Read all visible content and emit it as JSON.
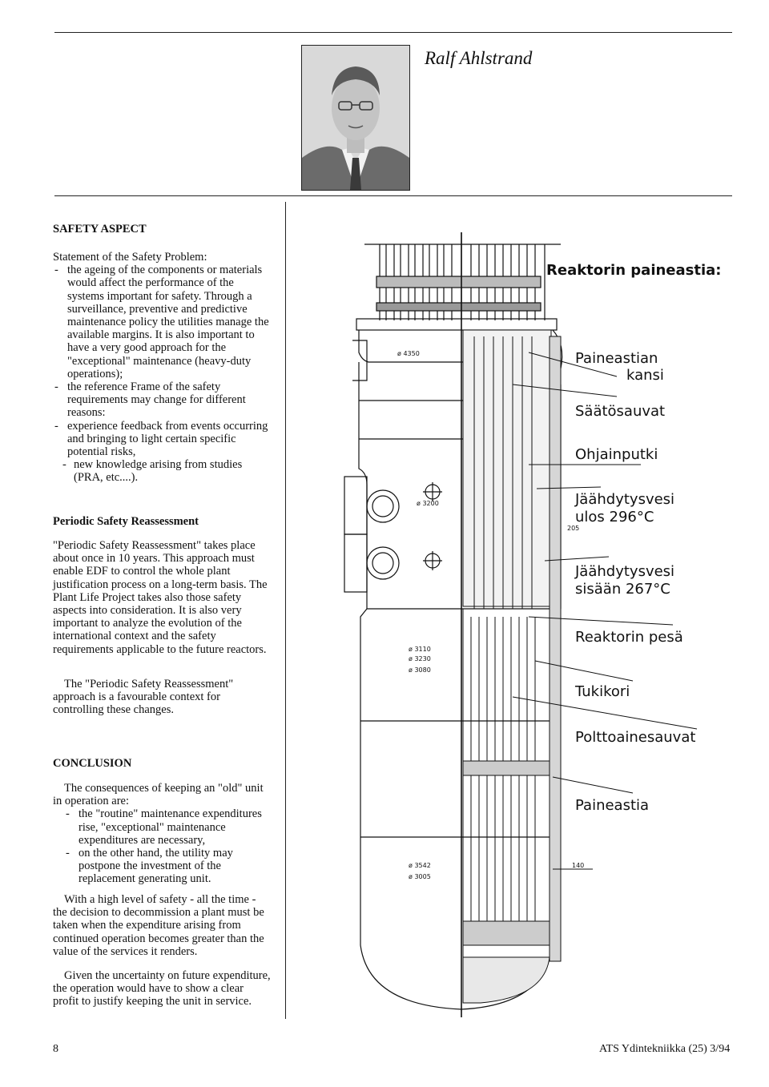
{
  "author": "Ralf Ahlstrand",
  "sections": {
    "safety": {
      "title": "SAFETY ASPECT",
      "lines": [
        "Statement of the Safety Problem:",
        "the ageing of the components or materials would affect the performance of the systems important for safety. Through a surveillance, preventive and predictive maintenance policy the utilities manage the available margins. It is also important to have a very good approach for the \"exceptional\" maintenance (heavy-duty operations);",
        "the reference Frame of the safety requirements may change for different reasons:",
        "experience feedback from events occurring and bringing to light certain specific potential risks,",
        "new knowledge arising from studies (PRA, etc....)."
      ]
    },
    "periodic": {
      "title": "Periodic Safety Reassessment",
      "p1": "\"Periodic Safety Reassessment\" takes place about once in 10 years. This approach must enable EDF to control the whole plant justification process on a long-term basis. The Plant Life Project takes also those safety aspects into consideration. It is also very important to analyze the evolution of the international context and the safety requirements applicable to the future reactors.",
      "p2": "The \"Periodic Safety Reassessment\" approach is a favourable context for controlling these changes."
    },
    "conclusion": {
      "title": "CONCLUSION",
      "intro": "The consequences of keeping an \"old\" unit in operation are:",
      "item1": "the \"routine\" maintenance expenditures rise, \"exceptional\" maintenance expenditures are necessary,",
      "item2": "on the other hand, the utility may postpone the investment of the replacement generating unit.",
      "p2": "With a high level of safety - all the time - the decision to decommission a plant must be taken when the expenditure arising from continued operation becomes greater than the value of the services it renders.",
      "p3": "Given the uncertainty on future expenditure, the operation would have to show a clear profit to justify keeping the unit in service."
    }
  },
  "diagram": {
    "title": "Reaktorin paineastia:",
    "labels": {
      "l1a": "Paineastian",
      "l1b": "kansi",
      "l2": "Säätösauvat",
      "l3": "Ohjainputki",
      "l4a": "Jäähdytysvesi",
      "l4b": "ulos 296°C",
      "l5a": "Jäähdytysvesi",
      "l5b": "sisään 267°C",
      "l6": "Reaktorin pesä",
      "l7": "Tukikori",
      "l8": "Polttoainesauvat",
      "l9": "Paineastia"
    },
    "dims": {
      "d1": "ø 4350",
      "d2": "ø 3200",
      "d3": "ø 3110",
      "d4": "ø 3230",
      "d5": "ø 3080",
      "d6": "ø 3542",
      "d7": "ø 3005",
      "d8": "205",
      "d9": "140"
    }
  },
  "footer": {
    "page": "8",
    "journal": "ATS Ydintekniikka (25) 3/94"
  }
}
